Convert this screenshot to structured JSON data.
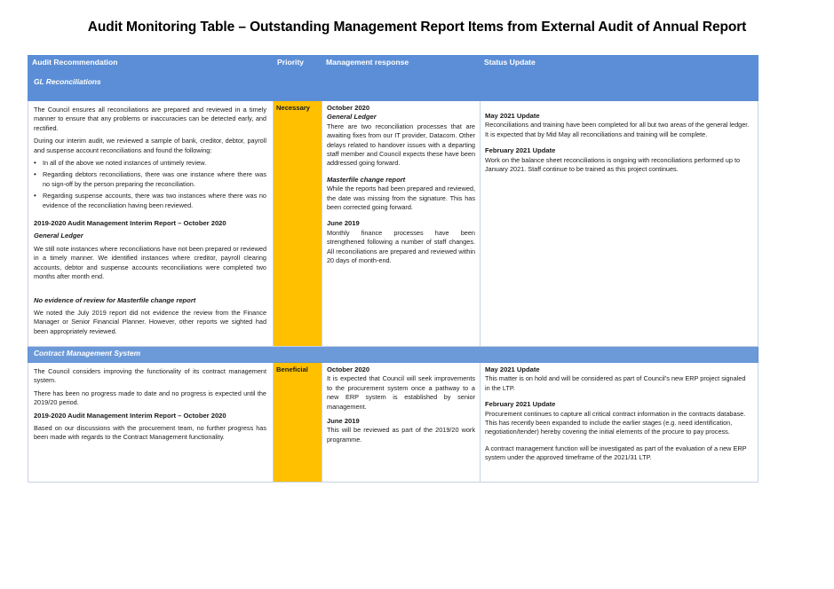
{
  "title": "Audit Monitoring Table – Outstanding Management Report Items from External Audit of Annual Report",
  "headers": {
    "recommendation": "Audit Recommendation",
    "priority": "Priority",
    "response": "Management response",
    "status": "Status Update"
  },
  "sections": [
    {
      "name": "GL Reconciliations",
      "priority": "Necessary",
      "recommendation": {
        "p1": "The Council ensures all reconciliations are prepared and reviewed in a timely manner to ensure that any problems or inaccuracies can be detected early, and rectified.",
        "p2": "During our interim audit, we reviewed a sample of bank, creditor, debtor, payroll and suspense account reconciliations and found the following:",
        "bullets": [
          "In all of the above we noted instances of untimely review.",
          "Regarding debtors reconciliations, there was one instance where there was no sign-off by the person preparing the reconciliation.",
          "Regarding suspense accounts, there was two instances where there was no evidence of the reconciliation having been reviewed."
        ],
        "interim_heading": "2019-2020 Audit Management Interim Report – October 2020",
        "gl_heading": "General Ledger",
        "gl_text": "We still note instances where reconciliations have not been prepared or reviewed in a timely manner. We identified instances where creditor, payroll clearing accounts, debtor and suspense accounts reconciliations were completed two months after month end.",
        "masterfile_heading": "No evidence of review for Masterfile change report",
        "masterfile_text": "We noted the July 2019 report did not evidence the review from the Finance Manager or Senior Financial Planner. However, other reports we sighted had been appropriately reviewed."
      },
      "response": {
        "date1": "October 2020",
        "gl_heading": "General Ledger",
        "gl_text": "There are two reconciliation processes that are awaiting fixes from our IT provider, Datacom. Other delays related to handover issues with a departing staff member and Council expects these have been addressed going forward.",
        "masterfile_heading": "Masterfile change report",
        "masterfile_text": "While the reports had been prepared and reviewed, the date was missing from the signature. This has been corrected going forward.",
        "date2": "June 2019",
        "june_text": "Monthly finance processes have been strengthened following a number of staff changes. All reconciliations are prepared and reviewed within 20 days of month-end."
      },
      "status": {
        "may_heading": "May 2021 Update",
        "may_text": "Reconciliations and training have been completed for all but two areas of the general ledger.  It is expected that by Mid May all reconciliations and training will be complete.",
        "feb_heading": "February 2021 Update",
        "feb_text": "Work on the balance sheet reconciliations is ongoing with reconciliations performed up to January 2021.  Staff continue to be trained as this project continues."
      }
    },
    {
      "name": "Contract Management System",
      "priority": "Beneficial",
      "recommendation": {
        "p1": "The Council considers improving the functionality of its contract management system.",
        "p2": "There has been no progress made to date and no progress is expected until the 2019/20 period.",
        "interim_heading": "2019-2020 Audit Management Interim Report – October 2020",
        "p3": "Based on our discussions with the procurement team, no further progress has been made with regards to the Contract Management functionality."
      },
      "response": {
        "date1": "October 2020",
        "oct_text": "It is expected that Council will seek improvements to the procurement system once a pathway to a new ERP system is established by senior management.",
        "date2": "June 2019",
        "june_text": "This will be reviewed as part of the 2019/20 work programme."
      },
      "status": {
        "may_heading": "May 2021 Update",
        "may_text": "This matter is on hold and will be considered as part of Council’s new ERP project signaled in the LTP.",
        "feb_heading": "February 2021 Update",
        "feb_text": "Procurement continues to capture all critical contract information in the contracts database.  This has recently been expanded to include the earlier stages (e.g. need identification, negotiation/tender) hereby covering the initial elements of the procure to pay process.",
        "feb_text2": "A contract management function will be investigated as part of the evaluation of a new ERP system under the approved timeframe of the 2021/31 LTP."
      }
    }
  ]
}
